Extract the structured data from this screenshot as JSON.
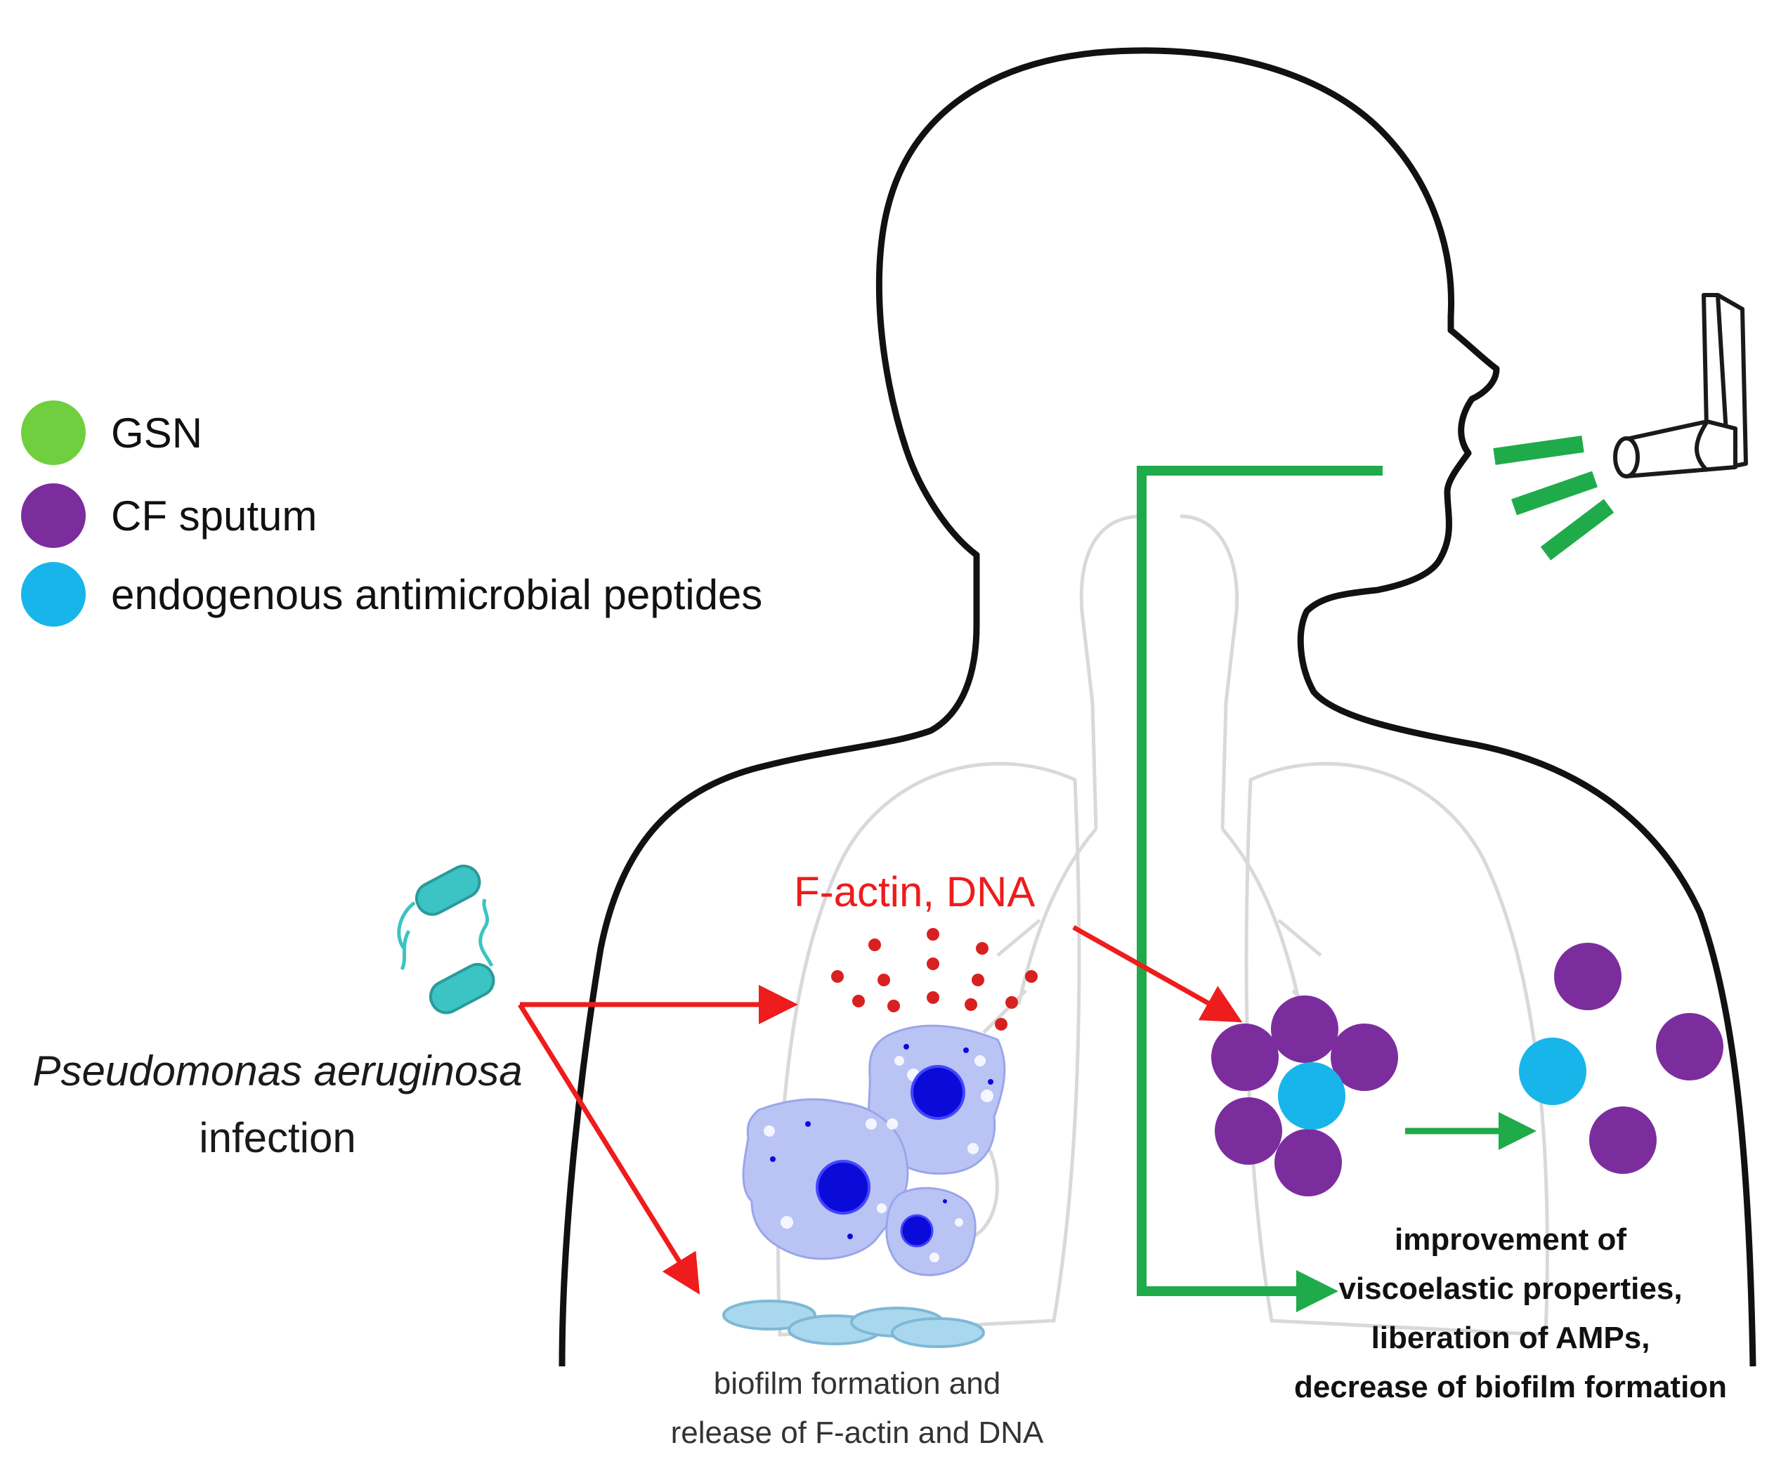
{
  "legend": [
    {
      "label": "GSN",
      "color": "#6fcf3f"
    },
    {
      "label": "CF sputum",
      "color": "#7b2d9e"
    },
    {
      "label": "endogenous antimicrobial peptides",
      "color": "#17b5ea"
    }
  ],
  "infection": {
    "name": "Pseudomonas aeruginosa",
    "suffix": "infection"
  },
  "release_label": "F-actin, DNA",
  "biofilm_caption": {
    "line1": "biofilm formation and",
    "line2": "release of F-actin and DNA"
  },
  "outcome": {
    "line1": "improvement of",
    "line2": "viscoelastic properties,",
    "line3": "liberation of AMPs,",
    "line4": "decrease of biofilm formation"
  },
  "colors": {
    "gsn_green": "#1fab4a",
    "arrow_red": "#ee1c1c",
    "body_outline": "#111111",
    "lung_outline": "#d9d9d9",
    "cell_body": "#b9c4f5",
    "nucleus": "#0a0ad9",
    "bacteria": "#3cc3c3",
    "biofilm": "#a9d8ee"
  },
  "icons": [
    "inhaler-icon",
    "bacteria-icon",
    "macrophage-icon",
    "biofilm-icon"
  ]
}
